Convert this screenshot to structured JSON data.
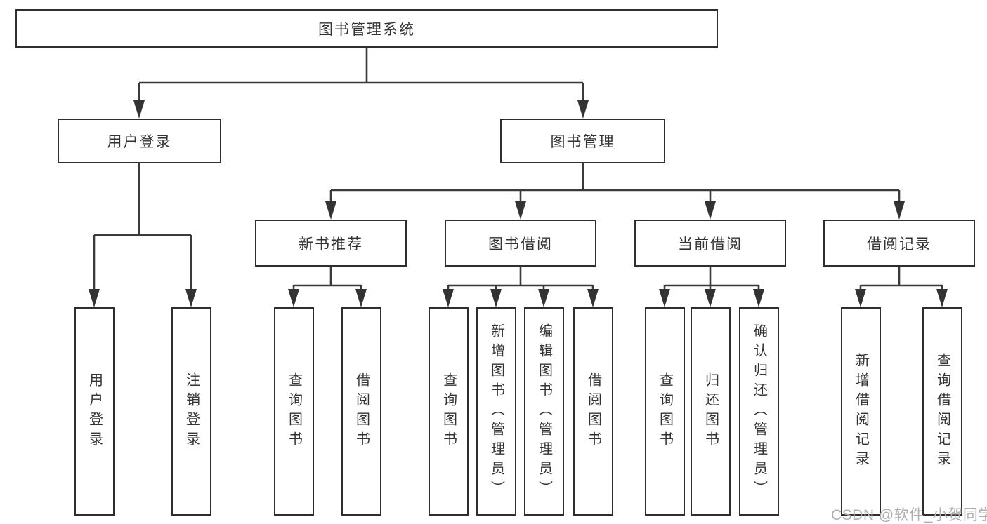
{
  "diagram": {
    "tree": {
      "label": "图书管理系统",
      "children": [
        {
          "label": "用户登录",
          "children": [
            {
              "label": "用户登录"
            },
            {
              "label": "注销登录"
            }
          ]
        },
        {
          "label": "图书管理",
          "children": [
            {
              "label": "新书推荐",
              "children": [
                {
                  "label": "查询图书"
                },
                {
                  "label": "借阅图书"
                }
              ]
            },
            {
              "label": "图书借阅",
              "children": [
                {
                  "label": "查询图书"
                },
                {
                  "label": "新增图书（管理员）"
                },
                {
                  "label": "编辑图书（管理员）"
                },
                {
                  "label": "借阅图书"
                }
              ]
            },
            {
              "label": "当前借阅",
              "children": [
                {
                  "label": "查询图书"
                },
                {
                  "label": "归还图书"
                },
                {
                  "label": "确认归还（管理员）"
                }
              ]
            },
            {
              "label": "借阅记录",
              "children": [
                {
                  "label": "新增借阅记录"
                },
                {
                  "label": "查询借阅记录"
                }
              ]
            }
          ]
        }
      ]
    },
    "watermark": {
      "text": "CSDN @软件_小贺同学"
    },
    "colors": {
      "line": "#3a3a3a",
      "box_border": "#2e2e2e",
      "text": "#333333",
      "background": "#ffffff",
      "watermark": "#b3aeae"
    }
  }
}
